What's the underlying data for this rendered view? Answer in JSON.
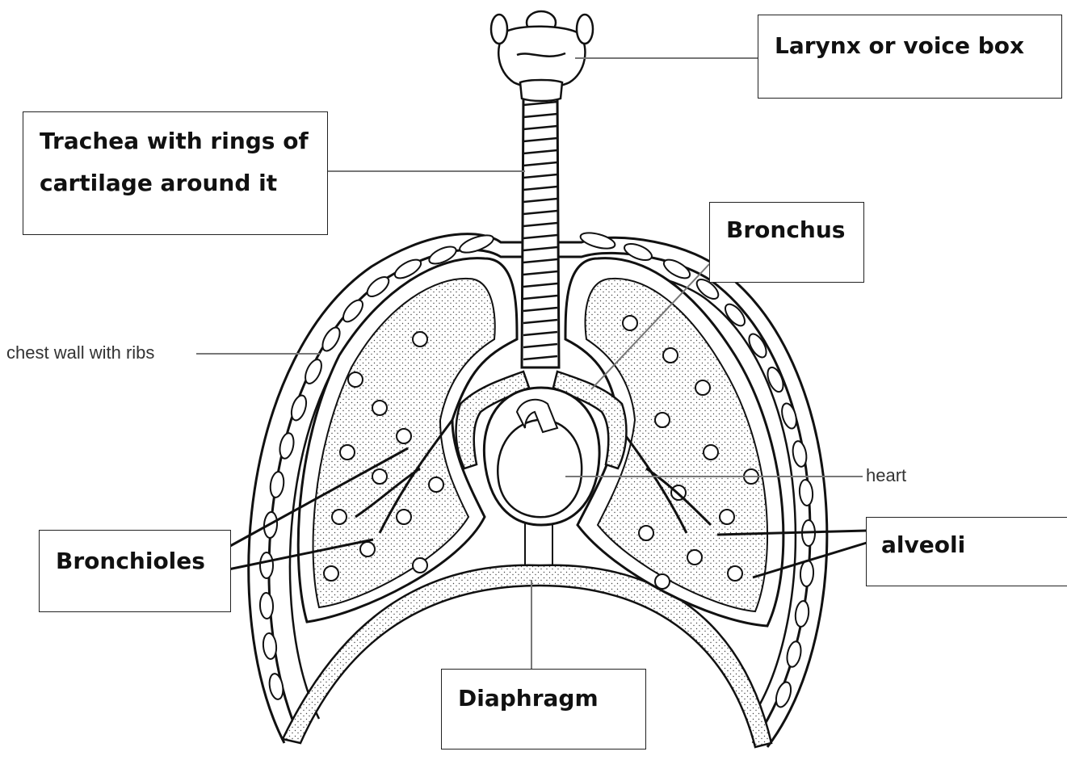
{
  "labels": {
    "larynx": "Larynx or voice box",
    "trachea_line1": "Trachea with rings of",
    "trachea_line2": "cartilage around it",
    "bronchus": "Bronchus",
    "chest_wall": "chest wall with ribs",
    "heart": "heart",
    "bronchioles": "Bronchioles",
    "alveoli": "alveoli",
    "diaphragm": "Diaphragm"
  },
  "colors": {
    "outline": "#111111",
    "leader_line": "#777777",
    "box_border": "#222222",
    "stipple": "#444444"
  }
}
